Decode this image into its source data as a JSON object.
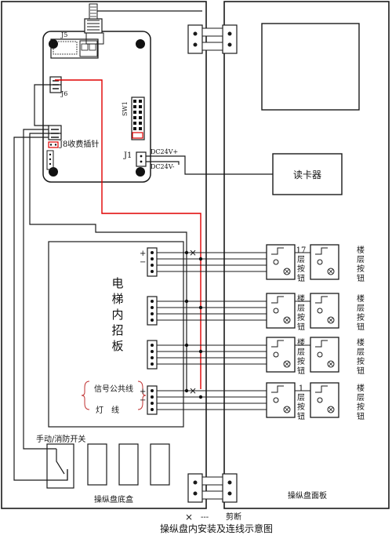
{
  "diagram": {
    "caption": "操纵盘内安装及连线示意图",
    "legend_cut": "剪断",
    "cut_symbol": "×",
    "base_box_label": "操纵盘底盒",
    "panel_label": "操纵盘面板",
    "board": {
      "j5": "J5",
      "j6": "J6",
      "j8": "J8收费插针",
      "sw1": "SW1",
      "j1": "J1",
      "dc_pos": "DC24V+",
      "dc_neg": "DC24V-"
    },
    "card_reader": "读卡器",
    "call_board": {
      "lines": [
        "电",
        "梯",
        "内",
        "招",
        "板"
      ]
    },
    "signal_common": "信号公共线",
    "lamp_line": "灯　线",
    "plus": "+",
    "minus": "−",
    "switch_label": "手动/消防开关",
    "buttons": [
      {
        "mid": [
          "17",
          "层",
          "按",
          "钮"
        ],
        "right": [
          "楼",
          "层",
          "按",
          "钮"
        ]
      },
      {
        "mid": [
          "楼",
          "层",
          "按",
          "钮"
        ],
        "right": [
          "楼",
          "层",
          "按",
          "钮"
        ]
      },
      {
        "mid": [
          "楼",
          "层",
          "按",
          "钮"
        ],
        "right": [
          "楼",
          "层",
          "按",
          "钮"
        ]
      },
      {
        "mid": [
          "1",
          "层",
          "按",
          "钮"
        ],
        "right": [
          "楼",
          "层",
          "按",
          "钮"
        ]
      }
    ],
    "colors": {
      "line": "#1a1a1a",
      "red_wire": "#e00000"
    }
  }
}
